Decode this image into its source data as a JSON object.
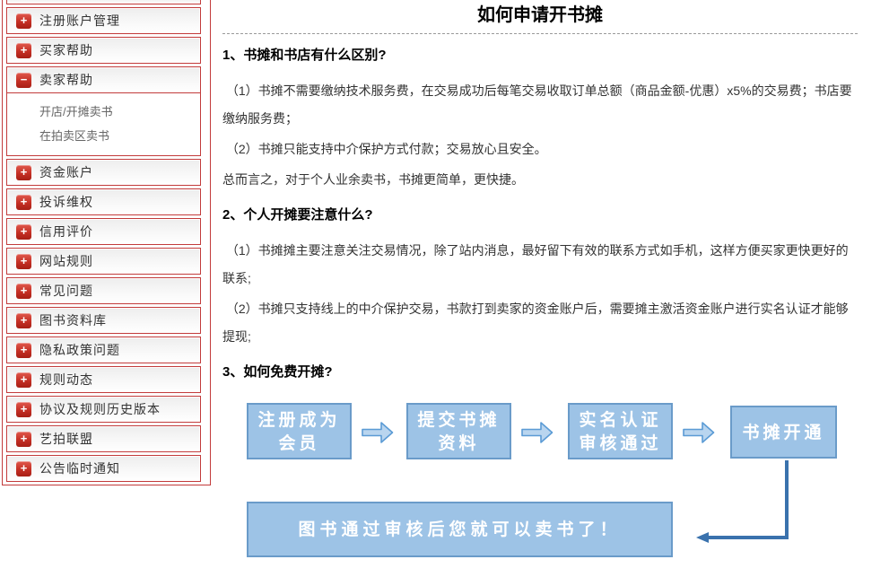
{
  "sidebar": {
    "items": [
      {
        "label": "注册账户管理",
        "icon": "+"
      },
      {
        "label": "买家帮助",
        "icon": "+"
      },
      {
        "label": "卖家帮助",
        "icon": "−",
        "children": [
          {
            "label": "开店/开摊卖书"
          },
          {
            "label": "在拍卖区卖书"
          }
        ]
      },
      {
        "label": "资金账户",
        "icon": "+"
      },
      {
        "label": "投诉维权",
        "icon": "+"
      },
      {
        "label": "信用评价",
        "icon": "+"
      },
      {
        "label": "网站规则",
        "icon": "+"
      },
      {
        "label": "常见问题",
        "icon": "+"
      },
      {
        "label": "图书资料库",
        "icon": "+"
      },
      {
        "label": "隐私政策问题",
        "icon": "+"
      },
      {
        "label": "规则动态",
        "icon": "+"
      },
      {
        "label": "协议及规则历史版本",
        "icon": "+"
      },
      {
        "label": "艺拍联盟",
        "icon": "+"
      },
      {
        "label": "公告临时通知",
        "icon": "+"
      }
    ]
  },
  "main": {
    "title": "如何申请开书摊",
    "sections": [
      {
        "heading": "1、书摊和书店有什么区别?",
        "paragraphs": [
          " （1）书摊不需要缴纳技术服务费，在交易成功后每笔交易收取订单总额（商品金额-优惠）x5%的交易费；书店要缴纳服务费；",
          " （2）书摊只能支持中介保护方式付款；交易放心且安全。",
          "总而言之，对于个人业余卖书，书摊更简单，更快捷。"
        ]
      },
      {
        "heading": "2、个人开摊要注意什么?",
        "paragraphs": [
          " （1）书摊摊主要注意关注交易情况，除了站内消息，最好留下有效的联系方式如手机，这样方便买家更快更好的联系;",
          " （2）书摊只支持线上的中介保护交易，书款打到卖家的资金账户后，需要摊主激活资金账户进行实名认证才能够提现;"
        ]
      },
      {
        "heading": "3、如何免费开摊?"
      }
    ],
    "flowchart": {
      "steps": [
        {
          "line1": "注册成为",
          "line2": "会员"
        },
        {
          "line1": "提交书摊",
          "line2": "资料"
        },
        {
          "line1": "实名认证",
          "line2": "审核通过"
        },
        {
          "line1": "书摊开通"
        }
      ],
      "result": "图书通过审核后您就可以卖书了！"
    }
  },
  "colors": {
    "sidebar_red": "#c23b3b",
    "flow_fill": "#9dc3e6",
    "flow_border": "#6a9bc9",
    "connector_blue": "#3a72ad"
  }
}
